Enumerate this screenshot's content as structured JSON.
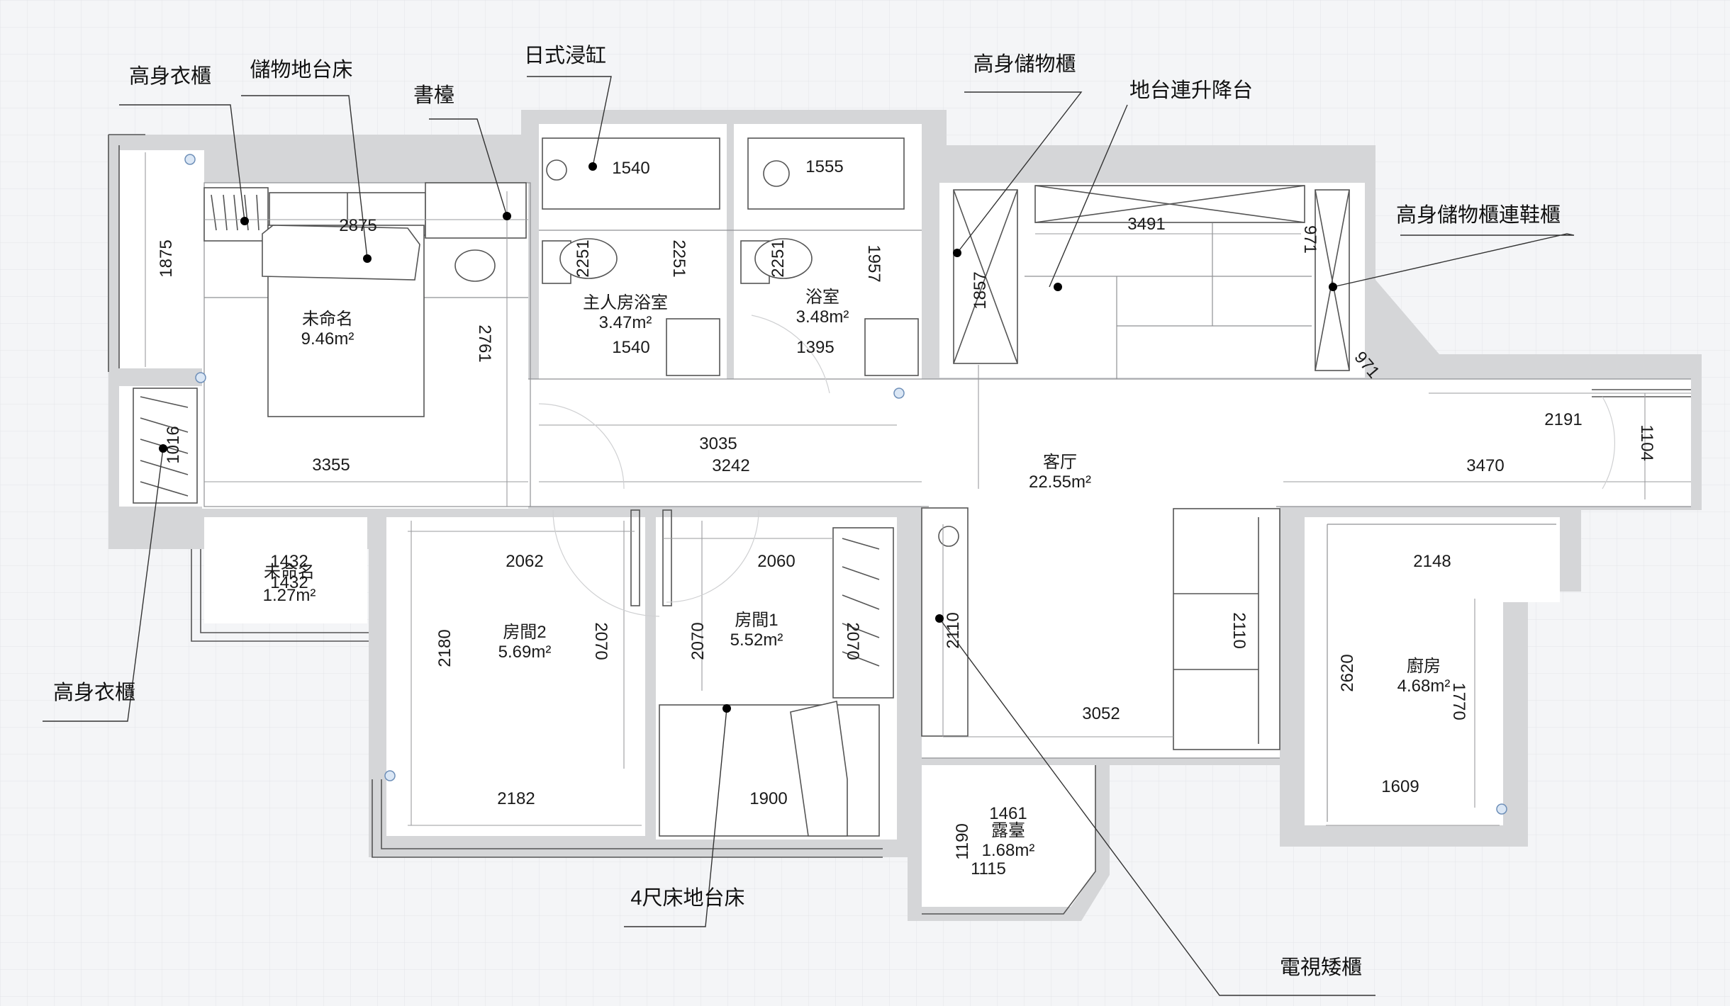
{
  "labels": {
    "tall_wardrobe_top": "高身衣櫃",
    "storage_platform_bed": "儲物地台床",
    "desk": "書檯",
    "japanese_tub": "日式浸缸",
    "tall_storage": "高身儲物櫃",
    "platform_lift": "地台連升降台",
    "tall_storage_shoe": "高身儲物櫃連鞋櫃",
    "tall_wardrobe_left": "高身衣櫃",
    "four_ft_bed": "4尺床地台床",
    "tv_cabinet": "電視矮櫃"
  },
  "rooms": {
    "master": {
      "name": "未命名",
      "area": "9.46m²"
    },
    "master_bath": {
      "name": "主人房浴室",
      "area": "3.47m²"
    },
    "bath": {
      "name": "浴室",
      "area": "3.48m²"
    },
    "living": {
      "name": "客厅",
      "area": "22.55m²"
    },
    "small": {
      "name": "未命名",
      "area": "1.27m²"
    },
    "room2": {
      "name": "房間2",
      "area": "5.69m²"
    },
    "room1": {
      "name": "房間1",
      "area": "5.52m²"
    },
    "kitchen": {
      "name": "廚房",
      "area": "4.68m²"
    },
    "balcony": {
      "name": "露臺",
      "area": "1.68m²"
    }
  },
  "dims": {
    "master_h": "1875",
    "bed_w": "2875",
    "master_wall": "2761",
    "master_w": "3355",
    "wardrobe_l": "1016",
    "small_w1": "1432",
    "small_w2": "1432",
    "mb_top": "1540",
    "mb_mid1": "2251",
    "mb_mid2": "2251",
    "mb_bottom": "1540",
    "b_top": "1555",
    "b_mid": "2251",
    "b_right": "1957",
    "b_bottom": "1395",
    "living_w1": "3035",
    "living_w2": "3242",
    "tall_storage_h": "1857",
    "lift_w": "3491",
    "shoe_top": "971",
    "shoe_diag": "971",
    "east_w": "2191",
    "east_h": "1104",
    "east_w2": "3470",
    "room2_top": "2062",
    "room2_left": "2180",
    "room2_right": "2070",
    "room2_bottom": "2182",
    "room1_top": "2060",
    "room1_left": "2070",
    "room1_right": "2070",
    "room1_bottom": "1900",
    "tv_h": "2110",
    "sofa_h": "2110",
    "living_bottom": "3052",
    "kitchen_top": "2148",
    "kitchen_left": "2620",
    "kitchen_right": "1770",
    "kitchen_bottom": "1609",
    "bal_top": "1461",
    "bal_left": "1190",
    "bal_bottom": "1115"
  }
}
